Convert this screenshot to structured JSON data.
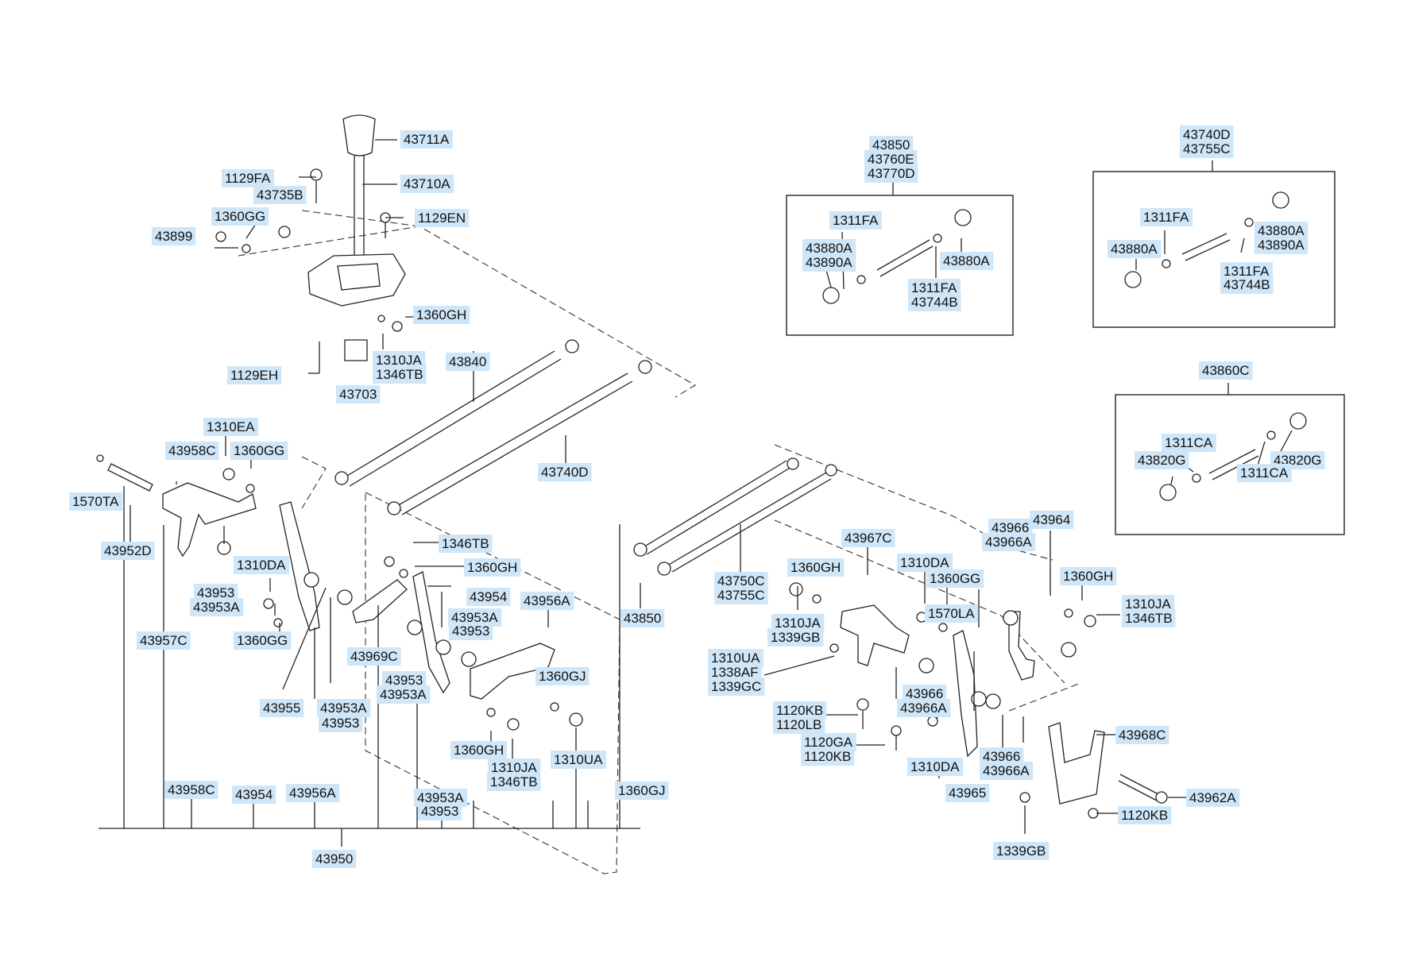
{
  "diagram": {
    "labels": [
      "43711A",
      "43710A",
      "1129FA",
      "43735B",
      "1360GG",
      "43899",
      "1129EN",
      "1360GH",
      "1310JA",
      "1346TB",
      "1129EH",
      "43703",
      "43840",
      "43740D",
      "1310EA",
      "43958C",
      "1360GG",
      "1570TA",
      "43952D",
      "43953",
      "43953A",
      "1310DA",
      "1360GG",
      "43957C",
      "43955",
      "43953A",
      "43953",
      "1346TB",
      "1360GH",
      "43954",
      "43953A",
      "43953",
      "43956A",
      "43969C",
      "43953",
      "43953A",
      "1360GJ",
      "1360GH",
      "1310JA",
      "1346TB",
      "1310UA",
      "43953A",
      "43953",
      "43958C",
      "43954",
      "43956A",
      "1360GJ",
      "43950",
      "43850",
      "43760E",
      "43770D",
      "1311FA",
      "43880A",
      "43890A",
      "43880A",
      "1311FA",
      "43744B",
      "43740D",
      "43755C",
      "1311FA",
      "43880A",
      "43880A",
      "43890A",
      "1311FA",
      "43744B",
      "43860C",
      "1311CA",
      "43820G",
      "43820G",
      "1311CA",
      "43750C",
      "43755C",
      "43850",
      "43967C",
      "1310DA",
      "1360GG",
      "1360GH",
      "1310JA",
      "1339GB",
      "1570LA",
      "43966",
      "43966A",
      "43964",
      "1360GH",
      "1310JA",
      "1346TB",
      "1310UA",
      "1338AF",
      "1339GC",
      "43966",
      "43966A",
      "1120KB",
      "1120LB",
      "1120GA",
      "1120KB",
      "1310DA",
      "43966",
      "43966A",
      "43965",
      "43968C",
      "43962A",
      "1120KB",
      "1339GB"
    ]
  }
}
